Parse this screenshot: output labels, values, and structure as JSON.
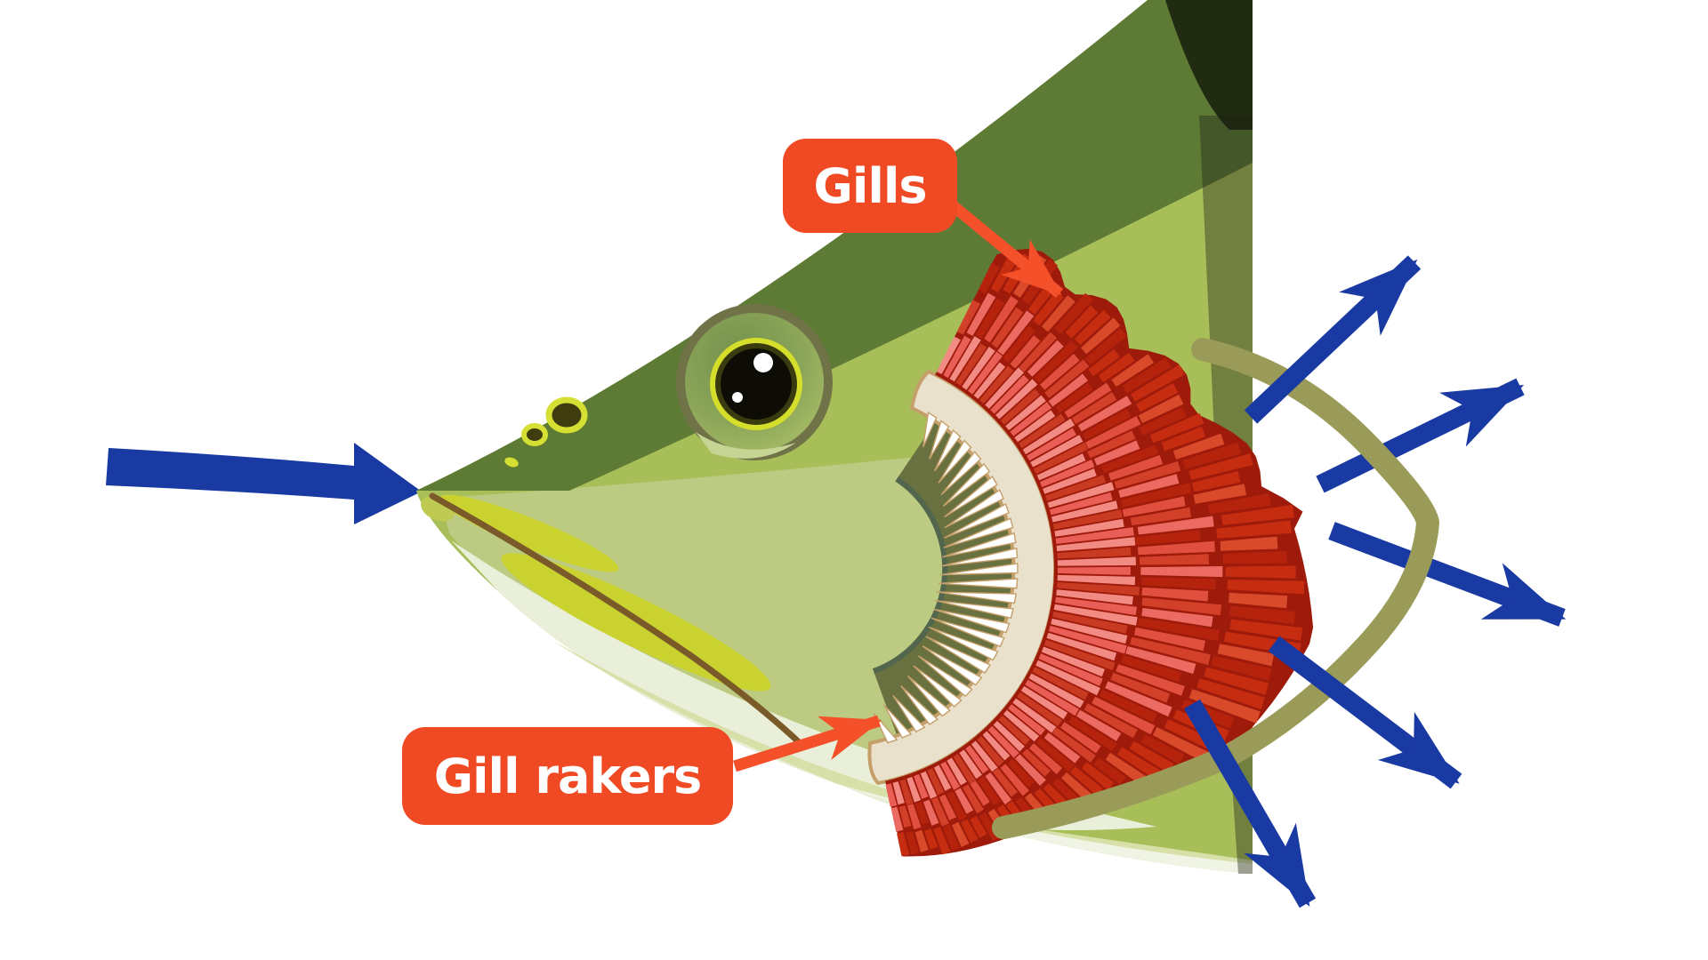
{
  "diagram": {
    "title": "Fish gills and gill rakers water-flow diagram",
    "labels": {
      "gills": "Gills",
      "gill_rakers": "Gill rakers"
    },
    "icons": {
      "water_in_arrow": "water-flow-in-arrow",
      "water_out_arrows": "water-flow-out-arrow",
      "water_out_count": 5,
      "gills_pointer": "gills-pointer-arrow",
      "gill_rakers_pointer": "gill-rakers-pointer-arrow"
    },
    "colors": {
      "background": "#FFFFFF",
      "label_bg": "#EF4A23",
      "label_text": "#FFFFFF",
      "pointer_red": "#F4502A",
      "water_blue": "#1A3AA3",
      "fish_dark": "#5E7B35",
      "fish_darkest": "#202B12",
      "fish_mid": "#A8BE59",
      "fish_light": "#BCCB81",
      "belly_pale": "#E9EFD8",
      "belly_band": "#D6E0A8",
      "belly_edge": "#F0F4E4",
      "gill_red": "#C62D10",
      "gill_dark_red": "#9E1A0A",
      "gill_pink": "#F28B84",
      "arch_cream": "#EAE1CC",
      "arch_outline": "#C49F6A",
      "raker_white": "#FFFFFF",
      "cavity_olive": "#68713F",
      "cavity_edge": "#51664D",
      "operculum_olive": "#9A9B58",
      "lip_yellow": "#C9D22F",
      "mouth_brown": "#7B5A2A",
      "eye_ring": "#6F7347",
      "eye_yellow": "#D5DE2B",
      "eye_iris": "#3A3C10",
      "eye_pupil": "#0D0D05"
    }
  }
}
